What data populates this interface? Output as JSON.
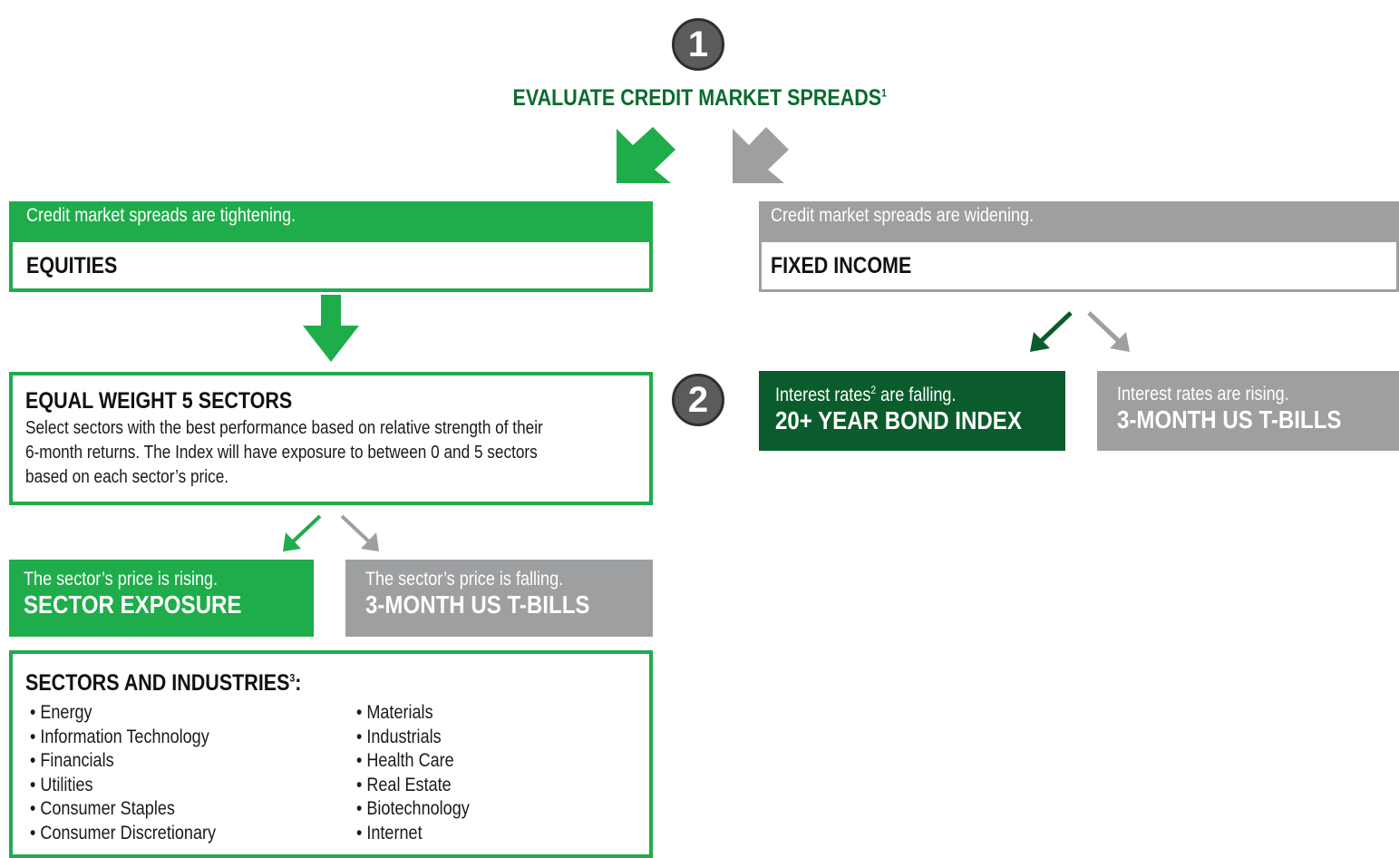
{
  "step1": {
    "number": "1",
    "title": "EVALUATE CREDIT MARKET SPREADS",
    "title_sup": "1"
  },
  "step2": {
    "number": "2"
  },
  "left_branch": {
    "condition": "Credit market spreads are tightening.",
    "result": "EQUITIES"
  },
  "right_branch": {
    "condition": "Credit market spreads are widening.",
    "result": "FIXED INCOME"
  },
  "equal_weight": {
    "title": "EQUAL WEIGHT 5 SECTORS",
    "lines": [
      "Select sectors with the best performance based on relative strength of their",
      "6-month returns. The Index will have exposure to between 0 and 5 sectors",
      "based on each sector’s price."
    ]
  },
  "sector_rising": {
    "condition": "The sector’s price is rising.",
    "result": "SECTOR EXPOSURE"
  },
  "sector_falling": {
    "condition": "The sector’s price is falling.",
    "result": "3-MONTH US T-BILLS"
  },
  "rates_falling": {
    "condition_a": "Interest rates",
    "condition_sup": "2",
    "condition_b": " are falling.",
    "result": "20+ YEAR BOND INDEX"
  },
  "rates_rising": {
    "condition": "Interest rates are rising.",
    "result": "3-MONTH US T-BILLS"
  },
  "sectors": {
    "title": "SECTORS AND INDUSTRIES",
    "title_sup": "3",
    "title_suffix": ":",
    "col1": [
      "• Energy",
      "• Information Technology",
      "• Financials",
      "• Utilities",
      "• Consumer Staples",
      "• Consumer Discretionary"
    ],
    "col2": [
      "• Materials",
      "• Industrials",
      "• Health Care",
      "• Real Estate",
      "• Biotechnology",
      "• Internet"
    ]
  },
  "colors": {
    "green": "#1fac4b",
    "dark_green": "#0b5c2d",
    "gray": "#9d9fa1",
    "circle": "#5a5b5d"
  },
  "icons": [
    "down-left-arrow-icon",
    "down-right-arrow-icon",
    "down-arrow-icon"
  ]
}
